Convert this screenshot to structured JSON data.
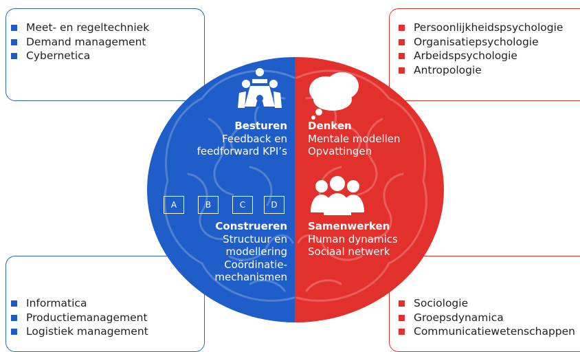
{
  "top_left": {
    "items": [
      "Meet- en regeltechniek",
      "Demand management",
      "Cybernetica"
    ]
  },
  "top_right": {
    "items": [
      "Persoonlijkheidspsychologie",
      "Organisatiepsychologie",
      "Arbeidspsychologie",
      "Antropologie"
    ]
  },
  "bottom_left": {
    "items": [
      "Informatica",
      "Productiemanagement",
      "Logistiek management"
    ]
  },
  "bottom_right": {
    "items": [
      "Sociologie",
      "Groepsdynamica",
      "Communicatiewetenschappen"
    ]
  },
  "besturen": {
    "title": "Besturen",
    "line1": "Feedback en",
    "line2": "feedforward KPI’s"
  },
  "denken": {
    "title": "Denken",
    "line1": "Mentale modellen",
    "line2": "Opvattingen"
  },
  "construeren": {
    "title": "Construeren",
    "line1": "Structuur en",
    "line2": "modellering",
    "line3": "Coördinatie-",
    "line4": "mechanismen"
  },
  "samenwerken": {
    "title": "Samenwerken",
    "line1": "Human dynamics",
    "line2": "Sociaal netwerk"
  },
  "abcd": [
    "A",
    "B",
    "C",
    "D"
  ],
  "colors": {
    "blue": "#1f5ec8",
    "red": "#e2312c",
    "box_blue": "#2b63c6",
    "box_red": "#e0312b"
  },
  "icons": [
    "meeting-icon",
    "thought-cloud-icon",
    "people-group-icon"
  ]
}
